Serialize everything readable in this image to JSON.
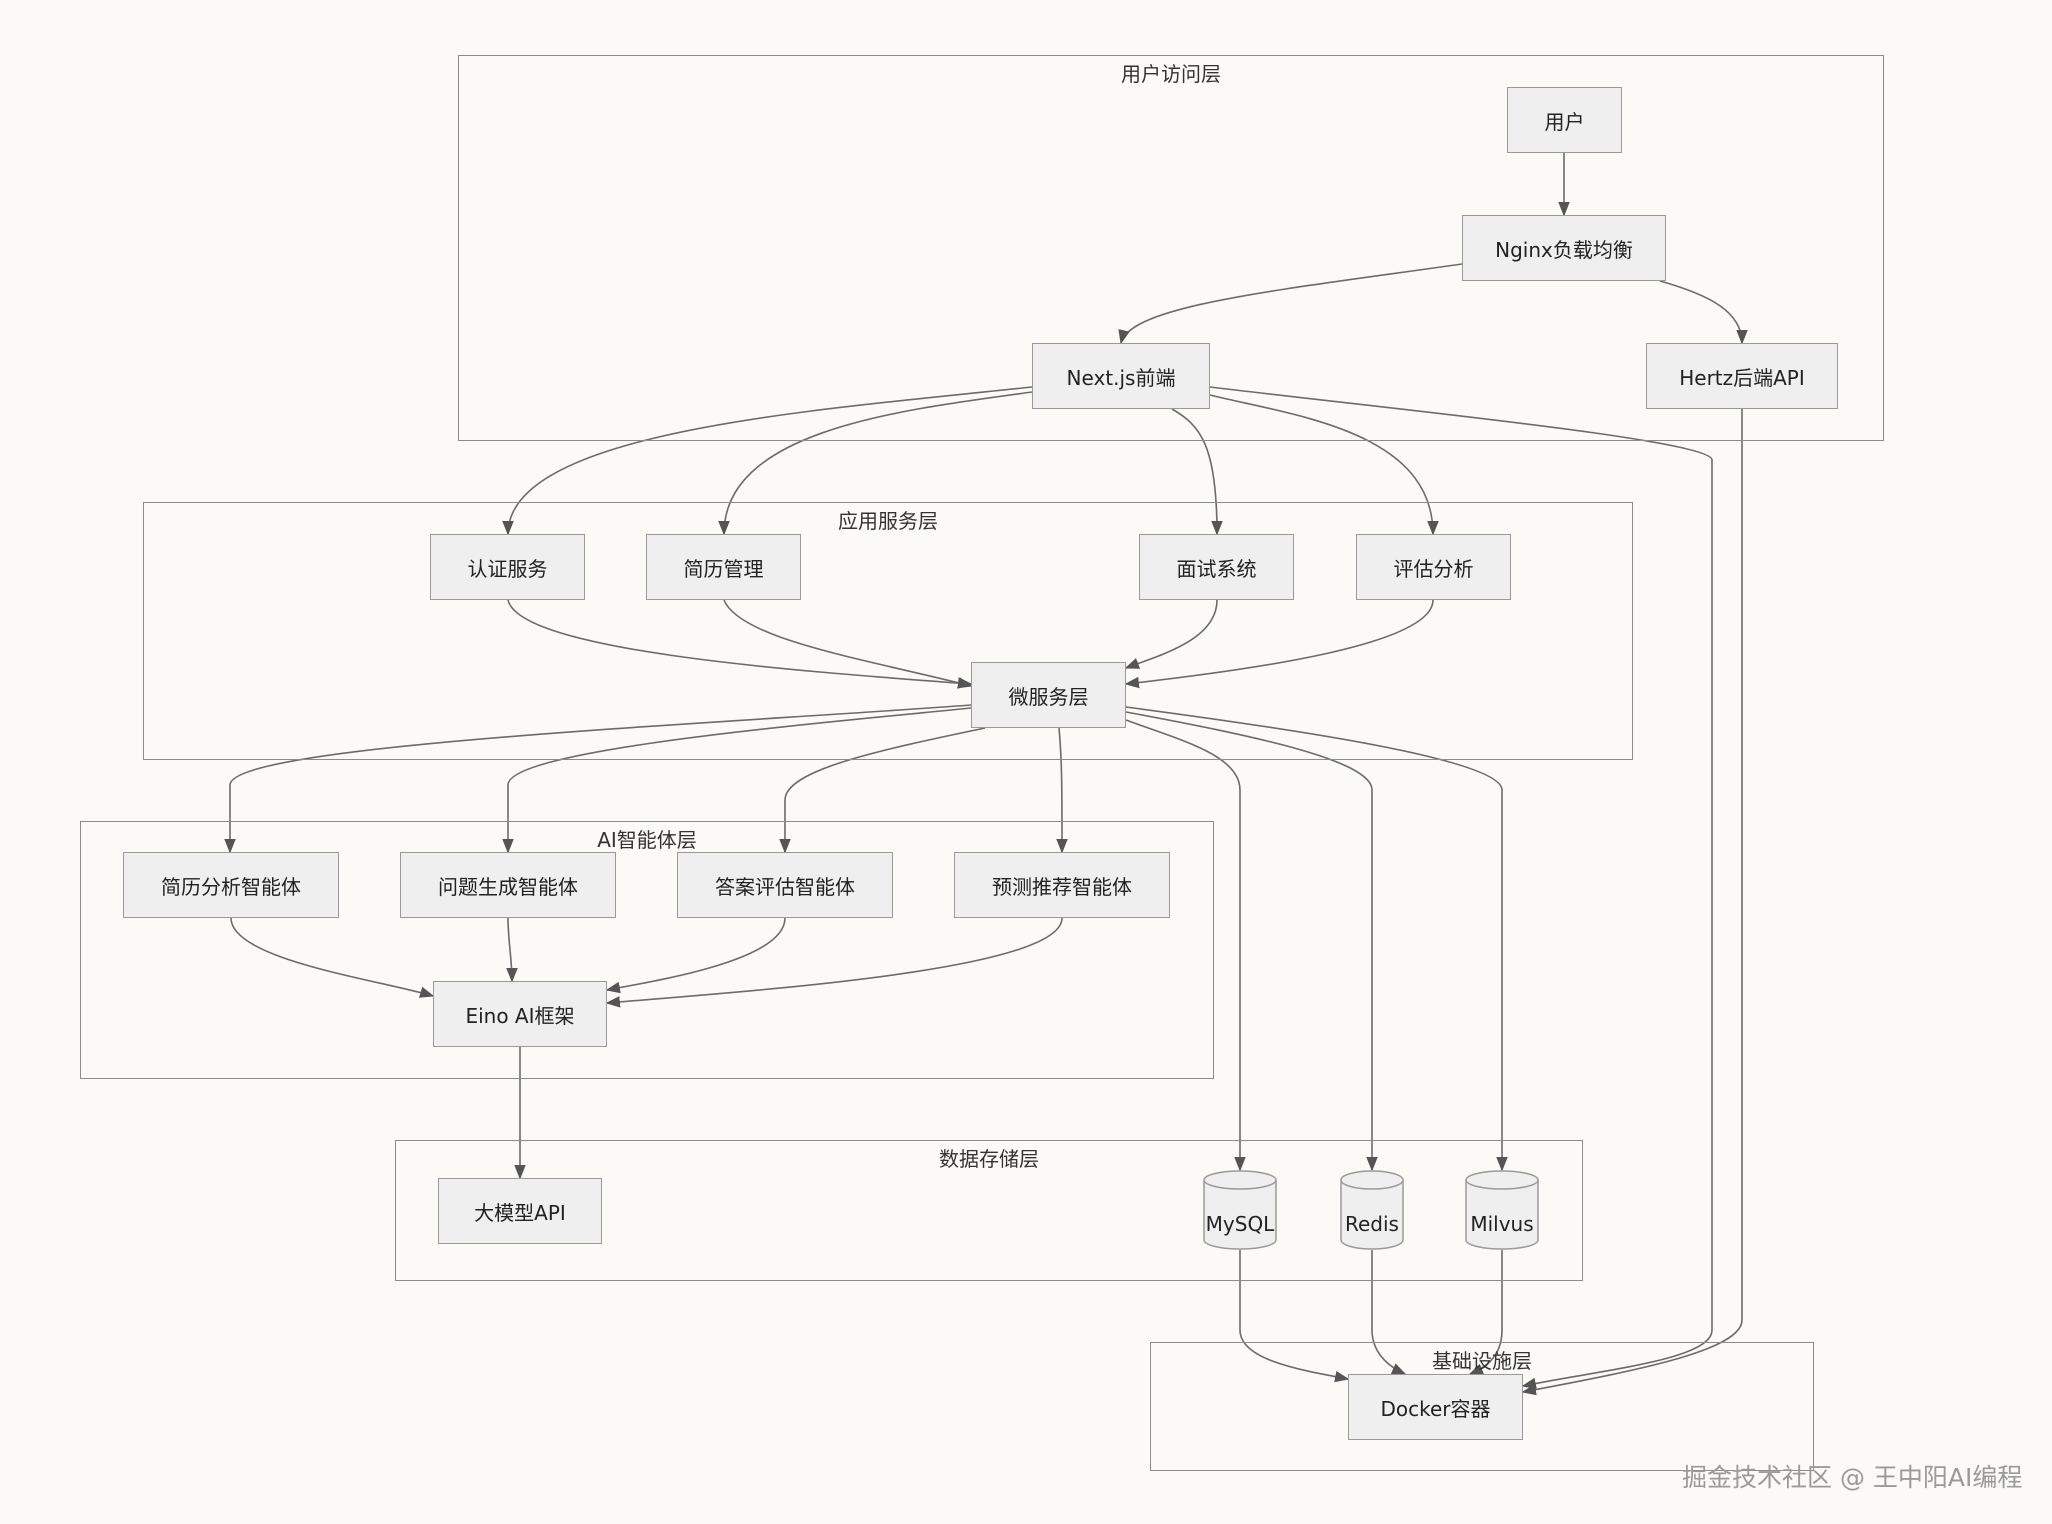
{
  "layers": {
    "access": "用户访问层",
    "app": "应用服务层",
    "ai": "AI智能体层",
    "data": "数据存储层",
    "infra": "基础设施层"
  },
  "nodes": {
    "user": "用户",
    "nginx": "Nginx负载均衡",
    "next_frontend": "Next.js前端",
    "hertz_api": "Hertz后端API",
    "auth": "认证服务",
    "resume": "简历管理",
    "interview": "面试系统",
    "evaluation": "评估分析",
    "microservice": "微服务层",
    "resume_agent": "简历分析智能体",
    "question_agent": "问题生成智能体",
    "answer_agent": "答案评估智能体",
    "predict_agent": "预测推荐智能体",
    "eino": "Eino AI框架",
    "llm_api": "大模型API",
    "mysql": "MySQL",
    "redis": "Redis",
    "milvus": "Milvus",
    "docker": "Docker容器"
  },
  "edges": [
    [
      "user",
      "nginx"
    ],
    [
      "nginx",
      "next_frontend"
    ],
    [
      "nginx",
      "hertz_api"
    ],
    [
      "next_frontend",
      "auth"
    ],
    [
      "next_frontend",
      "resume"
    ],
    [
      "next_frontend",
      "interview"
    ],
    [
      "next_frontend",
      "evaluation"
    ],
    [
      "next_frontend",
      "docker"
    ],
    [
      "hertz_api",
      "docker"
    ],
    [
      "auth",
      "microservice"
    ],
    [
      "resume",
      "microservice"
    ],
    [
      "interview",
      "microservice"
    ],
    [
      "evaluation",
      "microservice"
    ],
    [
      "microservice",
      "resume_agent"
    ],
    [
      "microservice",
      "question_agent"
    ],
    [
      "microservice",
      "answer_agent"
    ],
    [
      "microservice",
      "predict_agent"
    ],
    [
      "microservice",
      "mysql"
    ],
    [
      "microservice",
      "redis"
    ],
    [
      "microservice",
      "milvus"
    ],
    [
      "resume_agent",
      "eino"
    ],
    [
      "question_agent",
      "eino"
    ],
    [
      "answer_agent",
      "eino"
    ],
    [
      "predict_agent",
      "eino"
    ],
    [
      "eino",
      "llm_api"
    ],
    [
      "mysql",
      "docker"
    ],
    [
      "redis",
      "docker"
    ],
    [
      "milvus",
      "docker"
    ]
  ],
  "watermark": "掘金技术社区 @ 王中阳AI编程"
}
